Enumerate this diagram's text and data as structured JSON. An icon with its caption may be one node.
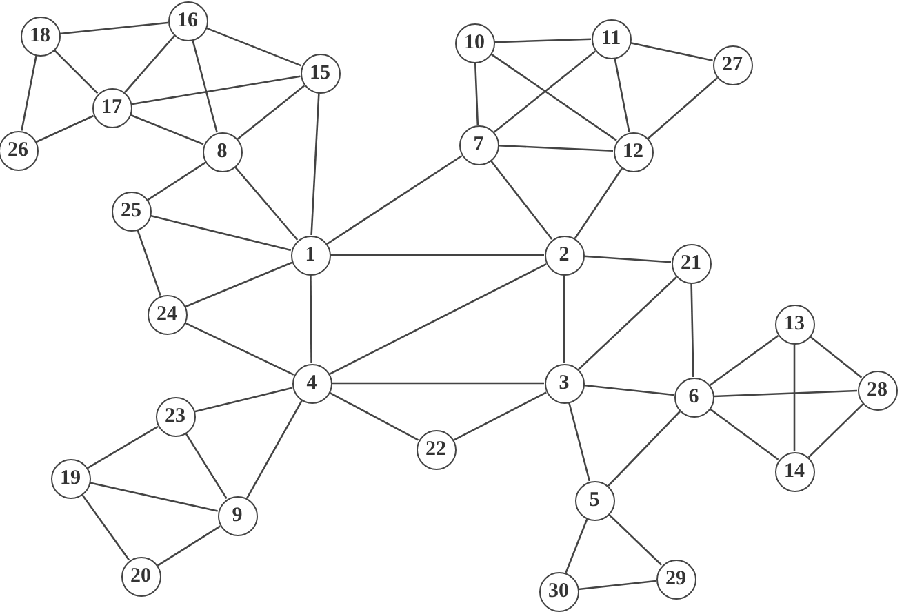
{
  "diagram": {
    "nodes": [
      {
        "text": [
          "1"
        ]
      },
      {
        "text": [
          "2"
        ]
      },
      {
        "text": [
          "3"
        ]
      },
      {
        "text": [
          "4"
        ]
      },
      {
        "text": [
          "5"
        ]
      },
      {
        "text": [
          "6"
        ]
      },
      {
        "text": [
          "7"
        ]
      },
      {
        "text": [
          "8"
        ]
      },
      {
        "text": [
          "9"
        ]
      },
      {
        "text": [
          "10"
        ]
      },
      {
        "text": [
          "11"
        ]
      },
      {
        "text": [
          "12"
        ]
      },
      {
        "text": [
          "13"
        ]
      },
      {
        "text": [
          "14"
        ]
      },
      {
        "text": [
          "15"
        ]
      },
      {
        "text": [
          "16"
        ]
      },
      {
        "text": [
          "17"
        ]
      },
      {
        "text": [
          "18"
        ]
      },
      {
        "text": [
          "19"
        ]
      },
      {
        "text": [
          "20"
        ]
      },
      {
        "text": [
          "21"
        ]
      },
      {
        "text": [
          "22"
        ]
      },
      {
        "text": [
          "23"
        ]
      },
      {
        "text": [
          "24"
        ]
      },
      {
        "text": [
          "25"
        ]
      },
      {
        "text": [
          "26"
        ]
      },
      {
        "text": [
          "27"
        ]
      },
      {
        "text": [
          "28"
        ]
      },
      {
        "text": [
          "29"
        ]
      },
      {
        "text": [
          "30"
        ]
      }
    ],
    "edges": [
      {
        "from": 17,
        "to": 15,
        "arrow": "none"
      },
      {
        "from": 17,
        "to": 16,
        "arrow": "none"
      },
      {
        "from": 17,
        "to": 25,
        "arrow": "none"
      },
      {
        "from": 15,
        "to": 16,
        "arrow": "none"
      },
      {
        "from": 15,
        "to": 7,
        "arrow": "none"
      },
      {
        "from": 15,
        "to": 14,
        "arrow": "none"
      },
      {
        "from": 14,
        "to": 16,
        "arrow": "none"
      },
      {
        "from": 14,
        "to": 7,
        "arrow": "none"
      },
      {
        "from": 14,
        "to": 0,
        "arrow": "none"
      },
      {
        "from": 16,
        "to": 25,
        "arrow": "none"
      },
      {
        "from": 16,
        "to": 7,
        "arrow": "none"
      },
      {
        "from": 7,
        "to": 24,
        "arrow": "none"
      },
      {
        "from": 7,
        "to": 0,
        "arrow": "none"
      },
      {
        "from": 24,
        "to": 0,
        "arrow": "none"
      },
      {
        "from": 24,
        "to": 23,
        "arrow": "none"
      },
      {
        "from": 23,
        "to": 0,
        "arrow": "none"
      },
      {
        "from": 23,
        "to": 3,
        "arrow": "none"
      },
      {
        "from": 0,
        "to": 6,
        "arrow": "none"
      },
      {
        "from": 0,
        "to": 1,
        "arrow": "none"
      },
      {
        "from": 0,
        "to": 3,
        "arrow": "none"
      },
      {
        "from": 3,
        "to": 1,
        "arrow": "none"
      },
      {
        "from": 3,
        "to": 2,
        "arrow": "none"
      },
      {
        "from": 3,
        "to": 22,
        "arrow": "none"
      },
      {
        "from": 3,
        "to": 8,
        "arrow": "none"
      },
      {
        "from": 3,
        "to": 21,
        "arrow": "none"
      },
      {
        "from": 22,
        "to": 18,
        "arrow": "none"
      },
      {
        "from": 22,
        "to": 8,
        "arrow": "none"
      },
      {
        "from": 18,
        "to": 8,
        "arrow": "none"
      },
      {
        "from": 18,
        "to": 19,
        "arrow": "none"
      },
      {
        "from": 19,
        "to": 8,
        "arrow": "none"
      },
      {
        "from": 21,
        "to": 2,
        "arrow": "none"
      },
      {
        "from": 9,
        "to": 10,
        "arrow": "none"
      },
      {
        "from": 9,
        "to": 6,
        "arrow": "none"
      },
      {
        "from": 9,
        "to": 11,
        "arrow": "none"
      },
      {
        "from": 10,
        "to": 6,
        "arrow": "none"
      },
      {
        "from": 10,
        "to": 11,
        "arrow": "none"
      },
      {
        "from": 10,
        "to": 26,
        "arrow": "none"
      },
      {
        "from": 26,
        "to": 11,
        "arrow": "none"
      },
      {
        "from": 6,
        "to": 11,
        "arrow": "none"
      },
      {
        "from": 6,
        "to": 1,
        "arrow": "none"
      },
      {
        "from": 11,
        "to": 1,
        "arrow": "none"
      },
      {
        "from": 1,
        "to": 20,
        "arrow": "none"
      },
      {
        "from": 1,
        "to": 2,
        "arrow": "none"
      },
      {
        "from": 20,
        "to": 2,
        "arrow": "none"
      },
      {
        "from": 20,
        "to": 5,
        "arrow": "none"
      },
      {
        "from": 2,
        "to": 5,
        "arrow": "none"
      },
      {
        "from": 2,
        "to": 4,
        "arrow": "none"
      },
      {
        "from": 5,
        "to": 4,
        "arrow": "none"
      },
      {
        "from": 5,
        "to": 12,
        "arrow": "none"
      },
      {
        "from": 5,
        "to": 27,
        "arrow": "none"
      },
      {
        "from": 5,
        "to": 13,
        "arrow": "none"
      },
      {
        "from": 12,
        "to": 27,
        "arrow": "none"
      },
      {
        "from": 12,
        "to": 13,
        "arrow": "none"
      },
      {
        "from": 13,
        "to": 27,
        "arrow": "none"
      },
      {
        "from": 4,
        "to": 29,
        "arrow": "none"
      },
      {
        "from": 4,
        "to": 28,
        "arrow": "none"
      },
      {
        "from": 29,
        "to": 28,
        "arrow": "none"
      }
    ]
  }
}
